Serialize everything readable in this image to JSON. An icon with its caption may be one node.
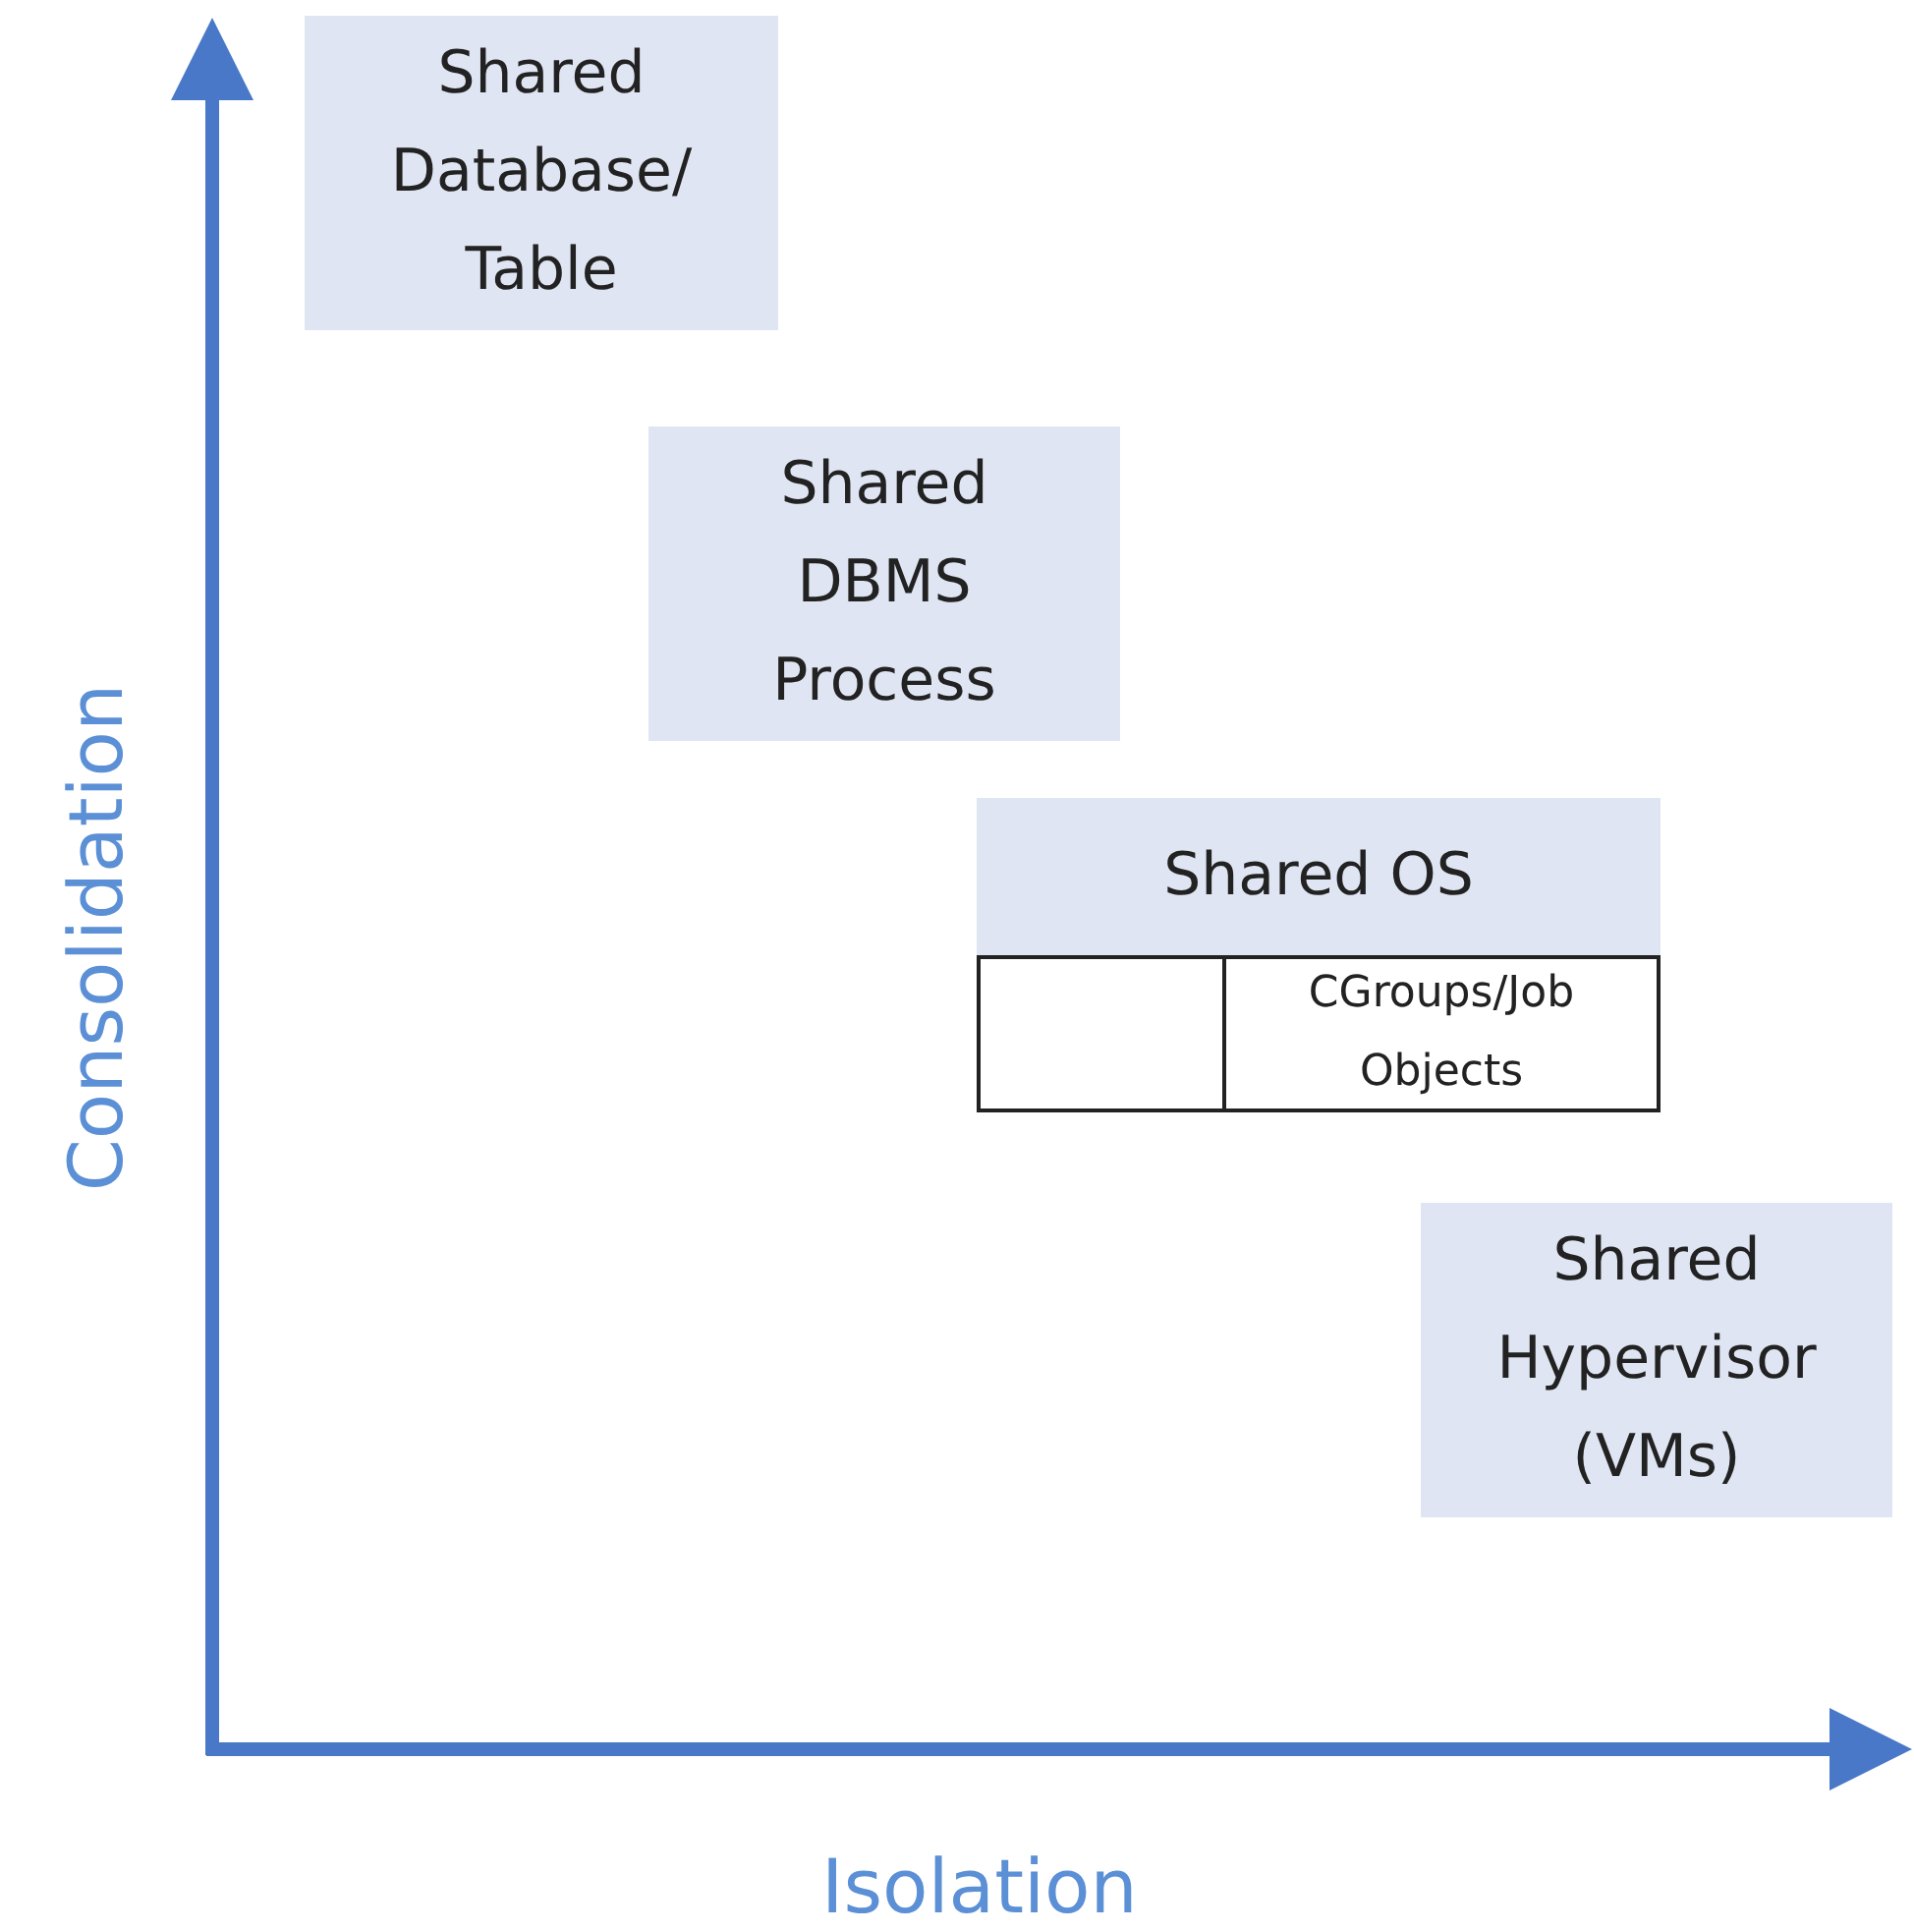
{
  "diagram": {
    "nodes": [
      {
        "text": [
          "Shared Database/ Table"
        ]
      },
      {
        "text": [
          "Shared DBMS Process"
        ]
      },
      {
        "text": [
          "Shared OS"
        ]
      },
      {
        "text": [],
        "shape": "box"
      },
      {
        "text": [
          "CGroups/Job Objects"
        ]
      },
      {
        "text": [
          "Shared Hypervisor (VMs)"
        ]
      }
    ],
    "edges": [],
    "labels": [
      "Consolidation",
      "Isolation"
    ]
  }
}
